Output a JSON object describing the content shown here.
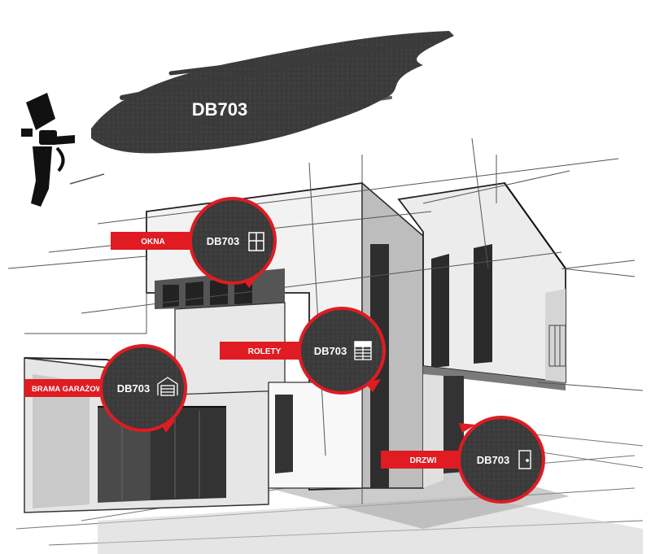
{
  "hero": {
    "color_code": "DB703"
  },
  "accent_color": "#e01b22",
  "texture_color": "#3a3a3a",
  "callouts": [
    {
      "id": "okna",
      "label": "OKNA",
      "code": "DB703",
      "icon": "window-icon"
    },
    {
      "id": "rolety",
      "label": "ROLETY",
      "code": "DB703",
      "icon": "roller-shutter-icon"
    },
    {
      "id": "brama",
      "label": "BRAMA GARAŻOWA",
      "code": "DB703",
      "icon": "garage-door-icon"
    },
    {
      "id": "drzwi",
      "label": "DRZWI",
      "code": "DB703",
      "icon": "door-icon"
    }
  ],
  "decor": {
    "tool_icon": "spray-gun-icon",
    "illustration": "house-sketch"
  }
}
